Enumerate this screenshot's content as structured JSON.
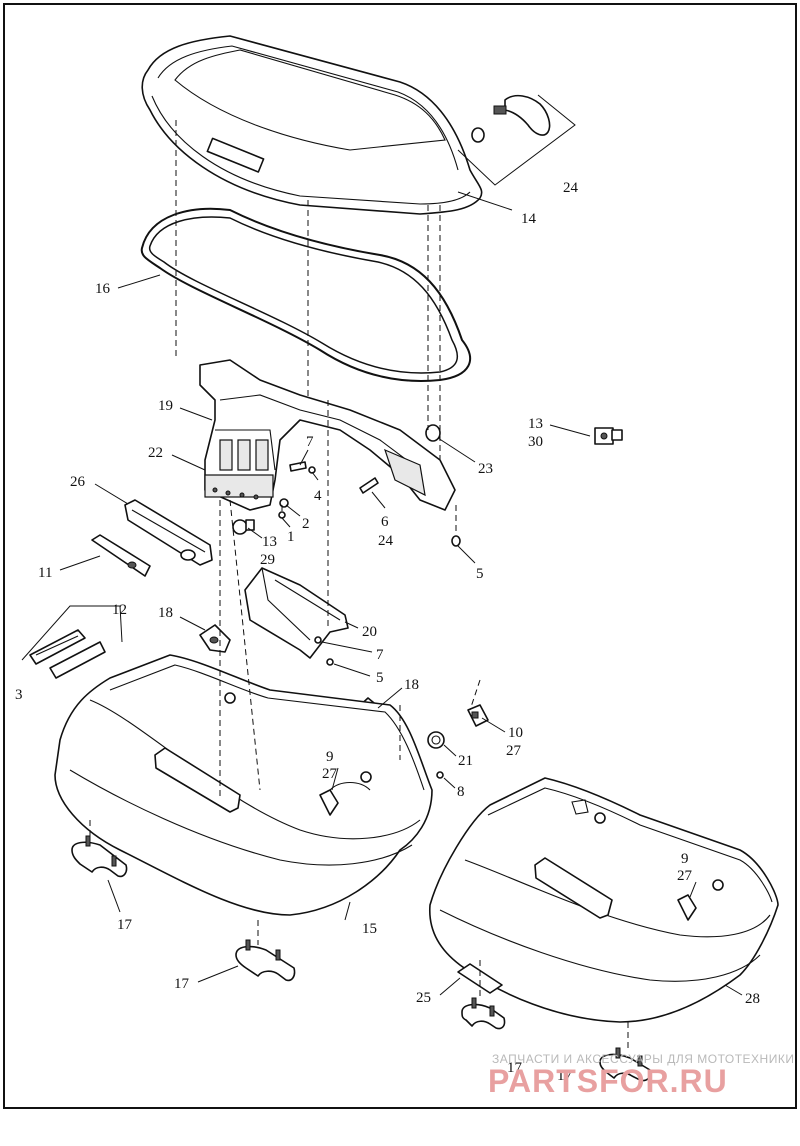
{
  "diagram": {
    "callouts": [
      {
        "id": "c24a",
        "text": "24"
      },
      {
        "id": "c14",
        "text": "14"
      },
      {
        "id": "c16",
        "text": "16"
      },
      {
        "id": "c19",
        "text": "19"
      },
      {
        "id": "c13a",
        "text": "13"
      },
      {
        "id": "c30",
        "text": "30"
      },
      {
        "id": "c22",
        "text": "22"
      },
      {
        "id": "c7a",
        "text": "7"
      },
      {
        "id": "c4",
        "text": "4"
      },
      {
        "id": "c23",
        "text": "23"
      },
      {
        "id": "c26",
        "text": "26"
      },
      {
        "id": "c2",
        "text": "2"
      },
      {
        "id": "c1",
        "text": "1"
      },
      {
        "id": "c6",
        "text": "6"
      },
      {
        "id": "c24b",
        "text": "24"
      },
      {
        "id": "c13b",
        "text": "13"
      },
      {
        "id": "c29",
        "text": "29"
      },
      {
        "id": "c11",
        "text": "11"
      },
      {
        "id": "c5a",
        "text": "5"
      },
      {
        "id": "c12",
        "text": "12"
      },
      {
        "id": "c18a",
        "text": "18"
      },
      {
        "id": "c20",
        "text": "20"
      },
      {
        "id": "c7b",
        "text": "7"
      },
      {
        "id": "c5b",
        "text": "5"
      },
      {
        "id": "c3",
        "text": "3"
      },
      {
        "id": "c18b",
        "text": "18"
      },
      {
        "id": "c10",
        "text": "10"
      },
      {
        "id": "c27a",
        "text": "27"
      },
      {
        "id": "c9a",
        "text": "9"
      },
      {
        "id": "c27b",
        "text": "27"
      },
      {
        "id": "c21",
        "text": "21"
      },
      {
        "id": "c8",
        "text": "8"
      },
      {
        "id": "c9b",
        "text": "9"
      },
      {
        "id": "c27c",
        "text": "27"
      },
      {
        "id": "c17a",
        "text": "17"
      },
      {
        "id": "c15",
        "text": "15"
      },
      {
        "id": "c17b",
        "text": "17"
      },
      {
        "id": "c28",
        "text": "28"
      },
      {
        "id": "c25",
        "text": "25"
      },
      {
        "id": "c17c",
        "text": "17"
      },
      {
        "id": "c17d",
        "text": "17"
      }
    ]
  },
  "watermark": {
    "caption": "ЗАПЧАСТИ И АКСЕССУАРЫ ДЛЯ МОТОТЕХНИКИ",
    "logo_text": "PARTSFOR.RU"
  }
}
